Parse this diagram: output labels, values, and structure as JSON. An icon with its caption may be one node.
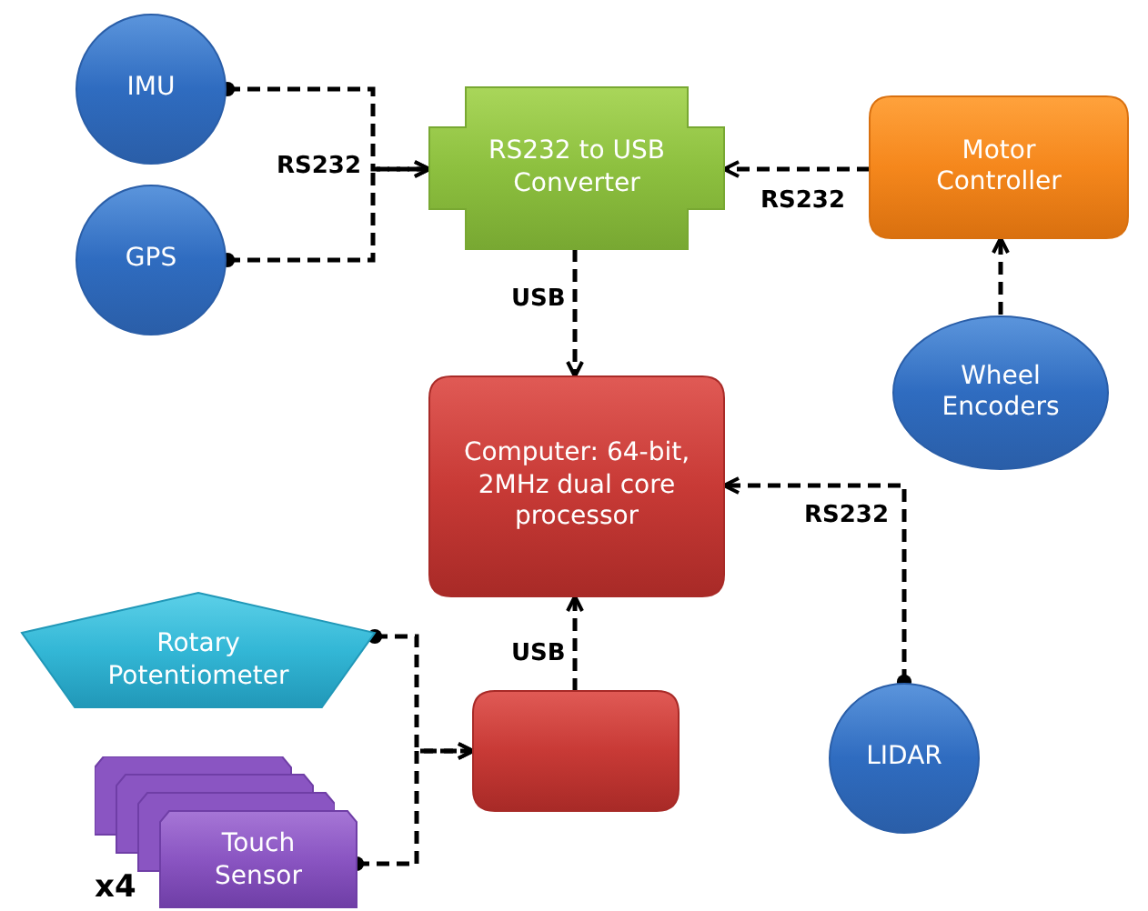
{
  "diagram": {
    "nodes": [
      {
        "text": [
          "IMU"
        ]
      },
      {
        "text": [
          "GPS"
        ]
      },
      {
        "text": [
          "RS232 to USB Converter"
        ]
      },
      {
        "text": [
          "Motor Controller"
        ]
      },
      {
        "text": [
          "Wheel Encoders"
        ]
      },
      {
        "text": [
          "Computer: 64-bit, 2MHz dual core processor"
        ]
      },
      {
        "text": [
          "Rotary Potentiometer"
        ]
      },
      {
        "text": [],
        "shape": "box"
      },
      {
        "text": [
          "LIDAR"
        ]
      },
      {
        "text": [
          "Touch Sensor"
        ],
        "beside": [
          "x4"
        ]
      }
    ],
    "edges": [
      {
        "from": 0,
        "to": 2,
        "arrow": "to",
        "label": "RS232",
        "style": "dashed"
      },
      {
        "from": 1,
        "to": 2,
        "arrow": "to",
        "style": "dashed"
      },
      {
        "from": 3,
        "to": 2,
        "arrow": "to",
        "label": "RS232",
        "style": "dashed"
      },
      {
        "from": 4,
        "to": 3,
        "arrow": "to",
        "style": "dashed"
      },
      {
        "from": 2,
        "to": 5,
        "arrow": "to",
        "label": "USB",
        "style": "dashed"
      },
      {
        "from": 8,
        "to": 5,
        "arrow": "to",
        "label": "RS232",
        "style": "dashed"
      },
      {
        "from": 7,
        "to": 5,
        "arrow": "to",
        "label": "USB",
        "style": "dashed"
      },
      {
        "from": 6,
        "to": 7,
        "arrow": "to",
        "style": "dashed"
      },
      {
        "from": 9,
        "to": 7,
        "arrow": "to",
        "style": "dashed"
      }
    ]
  }
}
